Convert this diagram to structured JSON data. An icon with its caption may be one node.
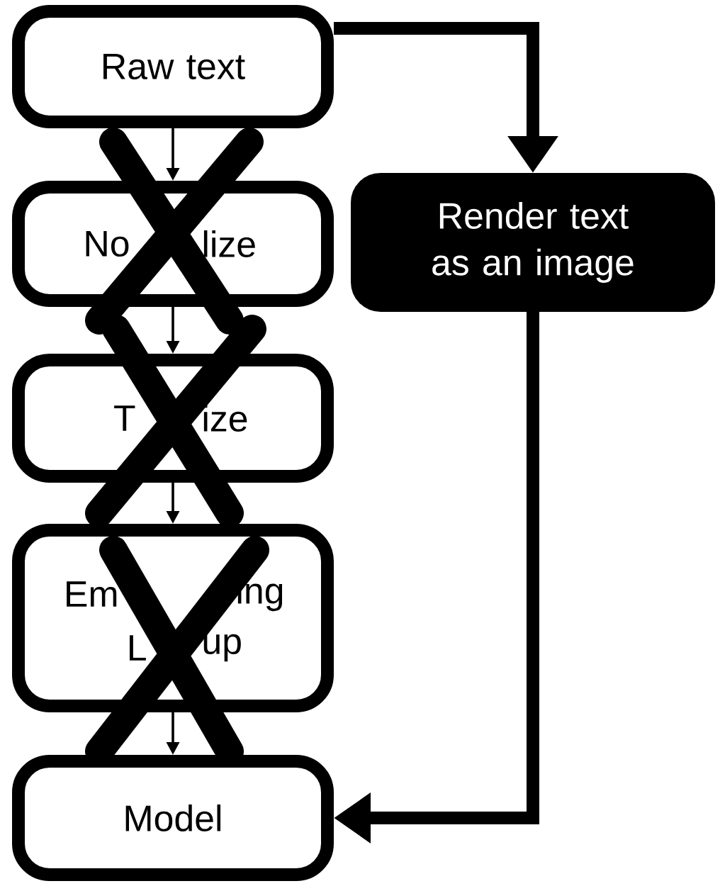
{
  "diagram": {
    "nodes": [
      {
        "text": [
          "Raw text"
        ]
      },
      {
        "text": [
          "No",
          "lize"
        ]
      },
      {
        "text": [
          "T",
          "ize"
        ]
      },
      {
        "text": [
          "Em",
          "ing",
          "L",
          "up"
        ]
      },
      {
        "text": [
          "Model"
        ]
      },
      {
        "text": [
          "Render text as an image"
        ]
      }
    ],
    "edges": [
      {
        "from": 0,
        "to": 1,
        "arrow": "to"
      },
      {
        "from": 1,
        "to": 2,
        "arrow": "to"
      },
      {
        "from": 2,
        "to": 3,
        "arrow": "to"
      },
      {
        "from": 3,
        "to": 4,
        "arrow": "to"
      },
      {
        "from": 0,
        "to": 5,
        "arrow": "to",
        "style": "thick"
      },
      {
        "from": 5,
        "to": 4,
        "arrow": "to",
        "style": "thick"
      }
    ]
  }
}
